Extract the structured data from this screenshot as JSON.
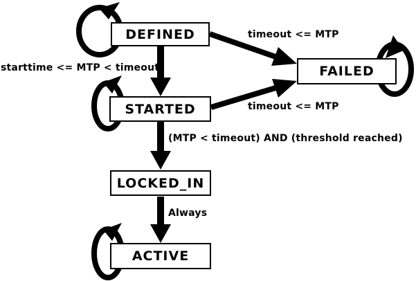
{
  "diagram": {
    "type": "state-machine",
    "colors": {
      "ink": "#000000",
      "paper": "#ffffff"
    }
  },
  "states": {
    "defined": {
      "label": "DEFINED",
      "self_loop": true
    },
    "started": {
      "label": "STARTED",
      "self_loop": true
    },
    "locked_in": {
      "label": "LOCKED_IN",
      "self_loop": false
    },
    "active": {
      "label": "ACTIVE",
      "self_loop": true
    },
    "failed": {
      "label": "FAILED",
      "self_loop": true
    }
  },
  "edges": {
    "defined_to_failed": {
      "from": "DEFINED",
      "to": "FAILED",
      "label": "timeout <= MTP"
    },
    "defined_to_started": {
      "from": "DEFINED",
      "to": "STARTED",
      "label": "starttime <= MTP < timeout"
    },
    "started_to_failed": {
      "from": "STARTED",
      "to": "FAILED",
      "label": "timeout <= MTP"
    },
    "started_to_locked_in": {
      "from": "STARTED",
      "to": "LOCKED_IN",
      "label": "(MTP < timeout) AND (threshold reached)"
    },
    "locked_in_to_active": {
      "from": "LOCKED_IN",
      "to": "ACTIVE",
      "label": "Always"
    }
  }
}
